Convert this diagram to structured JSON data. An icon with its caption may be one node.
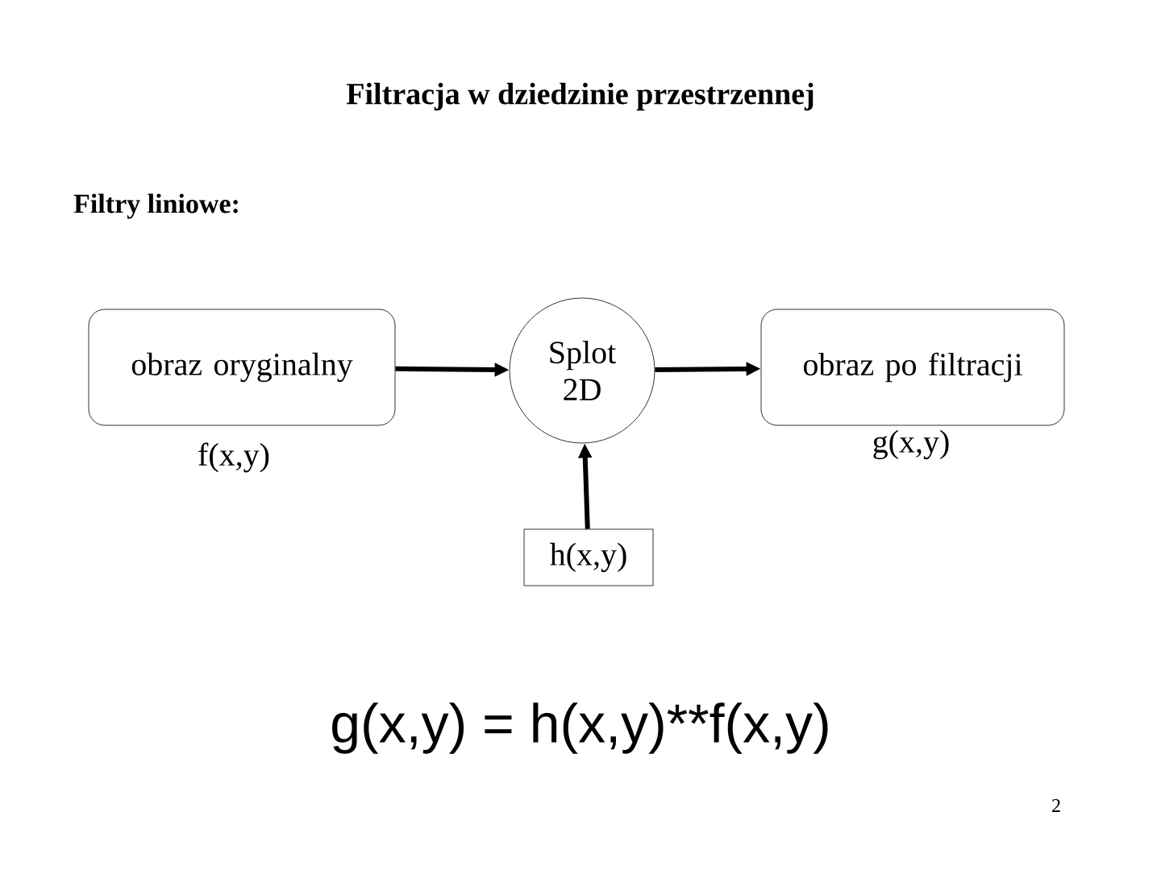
{
  "diagram": {
    "title": "Filtracja w dziedzinie przestrzennej",
    "nodes": [
      {
        "text": [
          "obraz oryginalny"
        ],
        "beside": [
          "f(x,y)"
        ]
      },
      {
        "text": [
          "Splot 2D"
        ]
      },
      {
        "text": [
          "obraz po filtracji"
        ],
        "beside": [
          "g(x,y)"
        ]
      },
      {
        "text": [
          "h(x,y)"
        ]
      }
    ],
    "edges": [
      {
        "from": 0,
        "to": 1,
        "arrow": "to"
      },
      {
        "from": 1,
        "to": 2,
        "arrow": "to"
      },
      {
        "from": 3,
        "to": 1,
        "arrow": "to"
      }
    ],
    "labels": [
      "Filtry liniowe:",
      "g(x,y) = h(x,y)**f(x,y)",
      "2"
    ]
  }
}
